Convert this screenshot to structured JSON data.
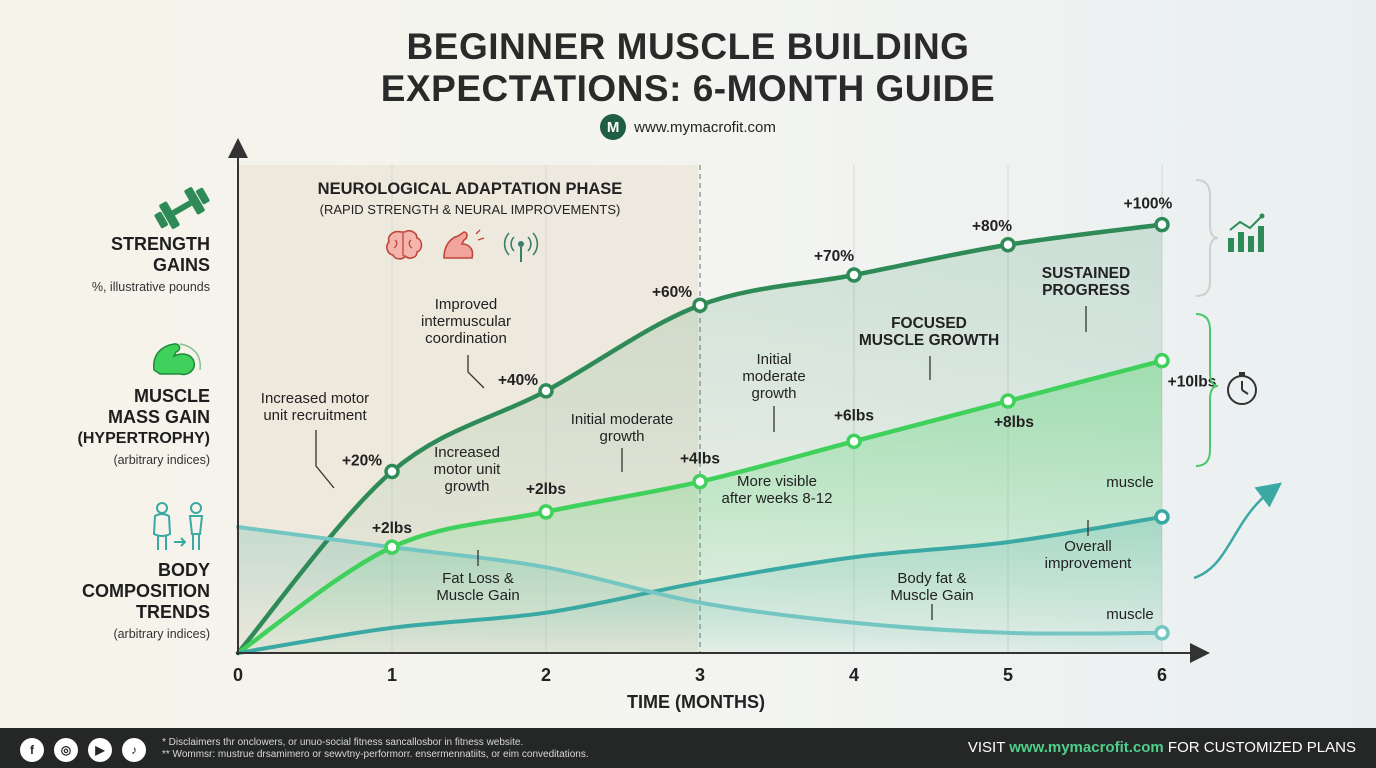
{
  "title_line1": "BEGINNER MUSCLE BUILDING",
  "title_line2": "EXPECTATIONS: 6-MONTH GUIDE",
  "brand": {
    "logo_letter": "M",
    "url": "www.mymacrofit.com"
  },
  "side_labels": {
    "strength": {
      "line1": "STRENGTH",
      "line2": "GAINS",
      "sub": "%, illustrative pounds"
    },
    "muscle": {
      "line1": "MUSCLE",
      "line2": "MASS GAIN",
      "line3": "(HYPERTROPHY)",
      "sub": "(arbitrary indices)"
    },
    "body": {
      "line1": "BODY",
      "line2": "COMPOSITION",
      "line3": "TRENDS",
      "sub": "(arbitrary indices)"
    }
  },
  "phase": {
    "title": "NEUROLOGICAL ADAPTATION PHASE",
    "subtitle": "(RAPID STRENGTH & NEURAL IMPROVEMENTS)"
  },
  "annotations": {
    "a1": [
      "Increased motor",
      "unit recruitment"
    ],
    "a2": [
      "Improved",
      "intermuscular",
      "coordination"
    ],
    "a3": [
      "Increased",
      "motor unit",
      "growth"
    ],
    "a4": [
      "Initial moderate",
      "growth"
    ],
    "a5": [
      "Initial",
      "moderate",
      "growth"
    ],
    "a6": [
      "More visible",
      "after weeks 8-12"
    ],
    "a7": [
      "FOCUSED",
      "MUSCLE GROWTH"
    ],
    "a8": [
      "SUSTAINED",
      "PROGRESS"
    ],
    "a9": [
      "Fat Loss &",
      "Muscle Gain"
    ],
    "a10": [
      "Body fat &",
      "Muscle Gain"
    ],
    "a11": [
      "Overall",
      "improvement"
    ],
    "a12": "muscle",
    "a13": "muscle"
  },
  "footer": {
    "footnote1": "* Disclaimers thr onclowers, or unuo-social fitness sancallosbor in fitness website.",
    "footnote2": "** Wommsr: mustrue drsamimero or sewvtny-performorr. ensermennatiits, or eim conveditations.",
    "cta_pre": "VISIT ",
    "cta_url": "www.mymacrofit.com",
    "cta_post": " FOR CUSTOMIZED PLANS",
    "social_icons": [
      "facebook-icon",
      "instagram-icon",
      "youtube-icon",
      "tiktok-icon"
    ]
  },
  "chart_data": {
    "type": "line",
    "xlabel": "TIME (MONTHS)",
    "x": [
      0,
      1,
      2,
      3,
      4,
      5,
      6
    ],
    "xlim": [
      0,
      6
    ],
    "ylim": [
      0,
      100
    ],
    "grid": "vertical at months 1-6",
    "colors": {
      "strength": "#2e8b57",
      "muscle": "#3fd15b",
      "body_up": "#3aa9a3",
      "body_down": "#74c6c2"
    },
    "series": [
      {
        "key": "strength",
        "values": [
          0,
          36,
          52,
          69,
          75,
          81,
          85
        ],
        "point_labels": [
          "",
          "+20%",
          "+40%",
          "+60%",
          "+70%",
          "+80%",
          "+100%"
        ]
      },
      {
        "key": "muscle",
        "values": [
          0,
          21,
          28,
          34,
          42,
          50,
          58
        ],
        "point_labels": [
          "",
          "+2lbs",
          "+2lbs",
          "+4lbs",
          "+6lbs",
          "+8lbs",
          "+10lbs"
        ]
      },
      {
        "key": "body_up",
        "values": [
          0,
          5,
          8,
          14,
          19,
          22,
          27
        ],
        "point_labels": [
          "",
          "",
          "",
          "",
          "",
          "",
          ""
        ]
      },
      {
        "key": "body_down",
        "values": [
          25,
          21,
          17,
          10,
          6,
          4,
          4
        ],
        "point_labels": [
          "",
          "",
          "",
          "",
          "",
          "",
          ""
        ]
      }
    ],
    "phase_range": [
      0,
      3
    ]
  }
}
